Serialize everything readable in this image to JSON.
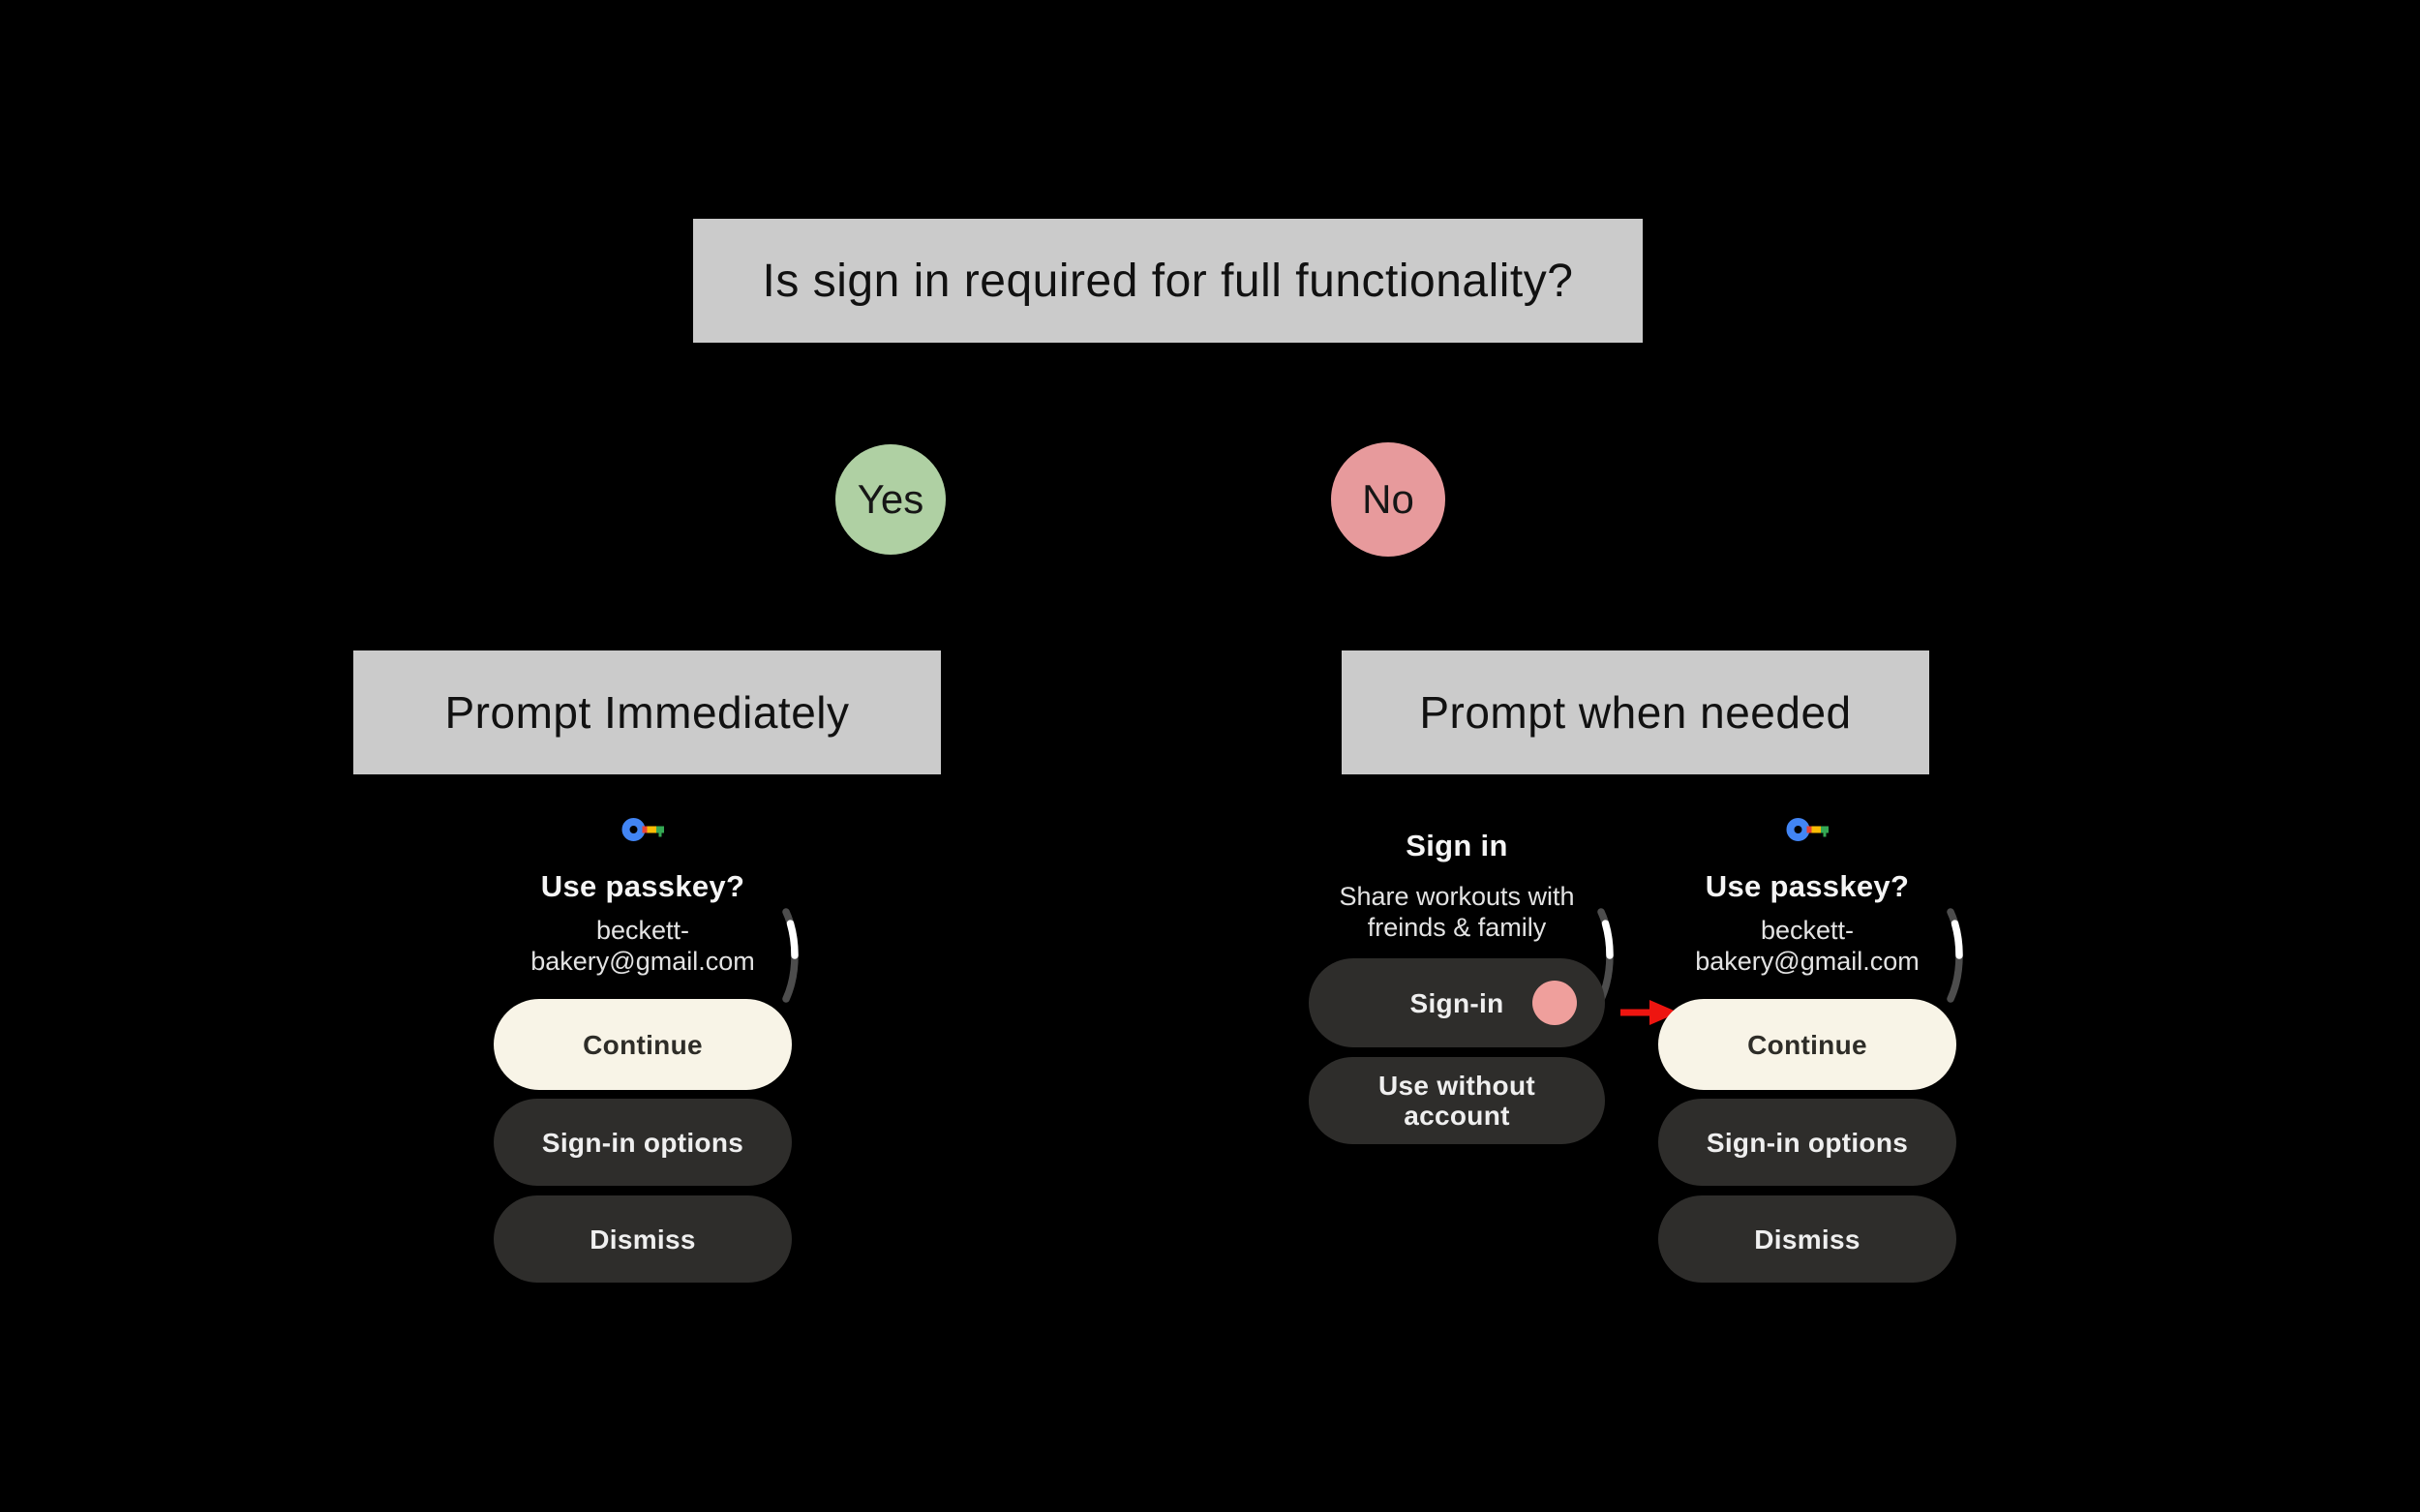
{
  "flowchart": {
    "title": "Is sign in required for full functionality?",
    "yes_label": "Yes",
    "no_label": "No",
    "branch_left_title": "Prompt Immediately",
    "branch_right_title": "Prompt when needed"
  },
  "watch": {
    "passkey_screen": {
      "title": "Use passkey?",
      "email_line1": "beckett-",
      "email_line2": "bakery@gmail.com",
      "continue_label": "Continue",
      "signin_options_label": "Sign-in options",
      "dismiss_label": "Dismiss"
    },
    "signin_screen": {
      "title": "Sign in",
      "subtitle_line1": "Share workouts with",
      "subtitle_line2": "freinds & family",
      "signin_label": "Sign-in",
      "use_without_line1": "Use without",
      "use_without_line2": "account"
    }
  },
  "icons": {
    "passkey_key": "passkey-key-icon",
    "scroll_indicator": "scroll-indicator",
    "tap_indicator": "tap-indicator",
    "flow_arrow": "flow-arrow-icon"
  },
  "colors": {
    "background": "#000000",
    "box_gray": "#cbcbcb",
    "node_yes_green": "#afd0a3",
    "node_no_pink": "#e79a9c",
    "button_cream": "#f8f4e7",
    "button_dark": "#2e2d2b",
    "tap_indicator_pink": "#ef9f9c",
    "arrow_red": "#ee1510",
    "key_blue": "#4285f4",
    "key_red": "#ea4335",
    "key_yellow": "#fbbc04",
    "key_green": "#34a853"
  }
}
